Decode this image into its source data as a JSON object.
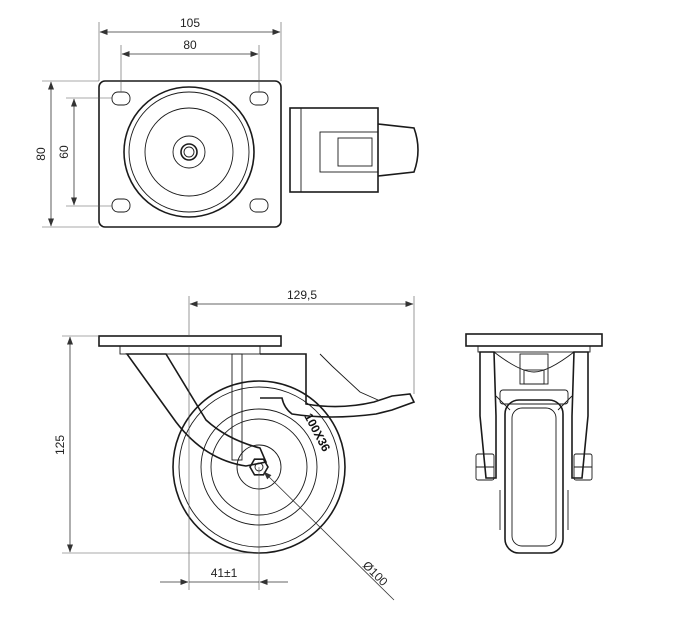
{
  "top_view": {
    "dim_plate_width": "105",
    "dim_hole_spacing_x": "80",
    "dim_plate_height": "80",
    "dim_hole_spacing_y": "60"
  },
  "side_view": {
    "dim_total_length": "129,5",
    "dim_height": "125",
    "dim_offset": "41±1",
    "dim_wheel_diameter": "Ø100",
    "wheel_marking": "100X36"
  }
}
